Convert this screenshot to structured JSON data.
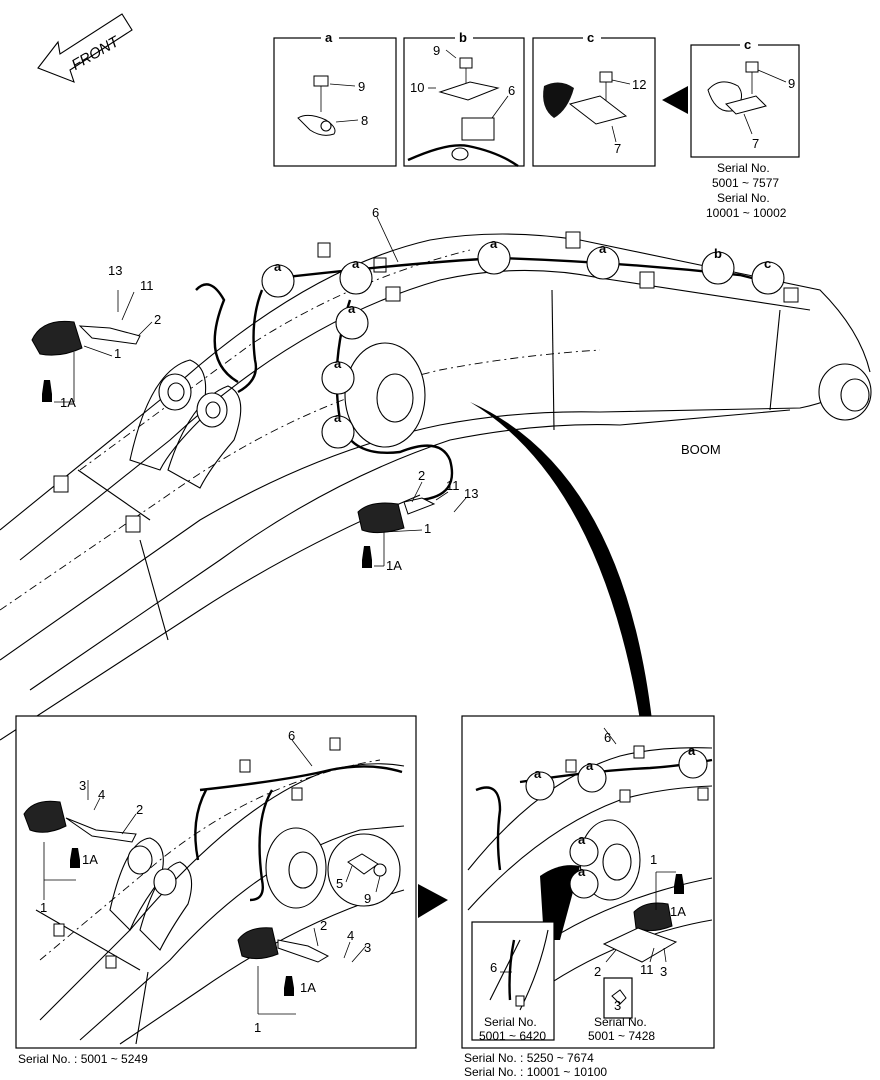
{
  "front_label": "FRONT",
  "boom_label": "BOOM",
  "details": {
    "a": {
      "letter": "a",
      "callouts": [
        "9",
        "8"
      ]
    },
    "b": {
      "letter": "b",
      "callouts": [
        "9",
        "10",
        "6"
      ]
    },
    "c": {
      "letter": "c",
      "callouts": [
        "12",
        "7"
      ]
    },
    "c_alt": {
      "letter": "c",
      "callouts": [
        "9",
        "7"
      ],
      "serial": [
        "Serial No.",
        "5001 ~ 7577",
        "Serial No.",
        "10001 ~ 10002"
      ]
    }
  },
  "main": {
    "callouts": [
      "6",
      "13",
      "11",
      "2",
      "1",
      "1A",
      "2",
      "11",
      "13",
      "1",
      "1A"
    ],
    "circle_letters": [
      "a",
      "a",
      "a",
      "a",
      "a",
      "a",
      "a",
      "b",
      "c"
    ]
  },
  "inset_left": {
    "callouts": [
      "6",
      "3",
      "4",
      "2",
      "1A",
      "1",
      "5",
      "9",
      "2",
      "4",
      "3",
      "1A",
      "1"
    ],
    "serial": "Serial No. : 5001 ~ 5249"
  },
  "inset_right": {
    "callouts": [
      "6",
      "a",
      "a",
      "a",
      "a",
      "a",
      "1",
      "1A",
      "2",
      "11",
      "3",
      "6",
      "3"
    ],
    "sub_left_serial": [
      "Serial No.",
      "5001 ~ 6420"
    ],
    "sub_right_serial": [
      "Serial No.",
      "5001 ~ 7428"
    ],
    "serial": [
      "Serial No. : 5250 ~ 7674",
      "Serial No. : 10001 ~ 10100"
    ]
  }
}
